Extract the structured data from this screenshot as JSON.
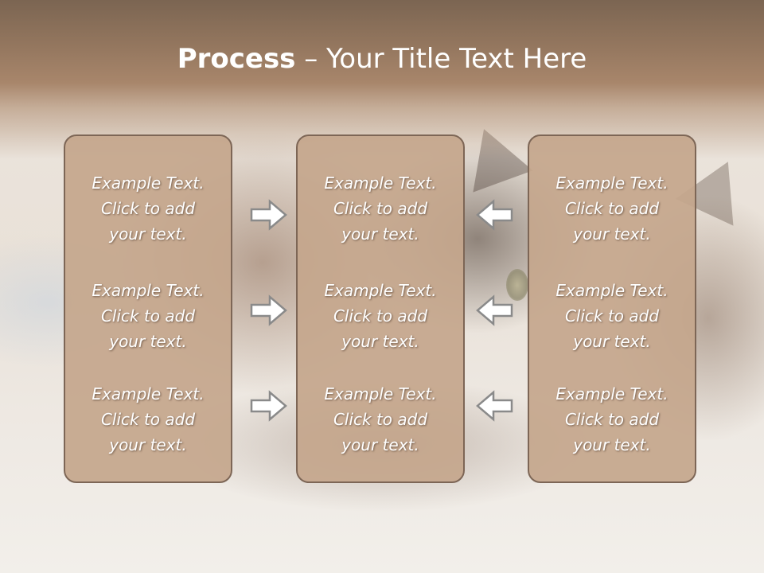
{
  "slide": {
    "title": {
      "bold": "Process",
      "rest": " – Your Title Text Here"
    },
    "columns": [
      {
        "items": [
          [
            "Example Text.",
            "Click  to add",
            "your text."
          ],
          [
            "Example Text.",
            "Click  to add",
            "your text."
          ],
          [
            "Example Text.",
            "Click  to add",
            "your text."
          ]
        ]
      },
      {
        "items": [
          [
            "Example Text.",
            "Click  to add",
            "your text."
          ],
          [
            "Example Text.",
            "Click  to add",
            "your text."
          ],
          [
            "Example Text.",
            "Click  to add",
            "your text."
          ]
        ]
      },
      {
        "items": [
          [
            "Example Text.",
            "Click  to add",
            "your text."
          ],
          [
            "Example Text.",
            "Click  to add",
            "your text."
          ],
          [
            "Example Text.",
            "Click  to add",
            "your text."
          ]
        ]
      }
    ],
    "arrows": {
      "left_group": "right-arrow-icon",
      "right_group": "left-arrow-icon"
    },
    "colors": {
      "box_fill": "#c4a68c",
      "box_border": "#7d6656",
      "title_band": "#93765e",
      "text": "#ffffff",
      "arrow_fill": "#ffffff",
      "arrow_stroke": "#8a8a8a"
    }
  }
}
